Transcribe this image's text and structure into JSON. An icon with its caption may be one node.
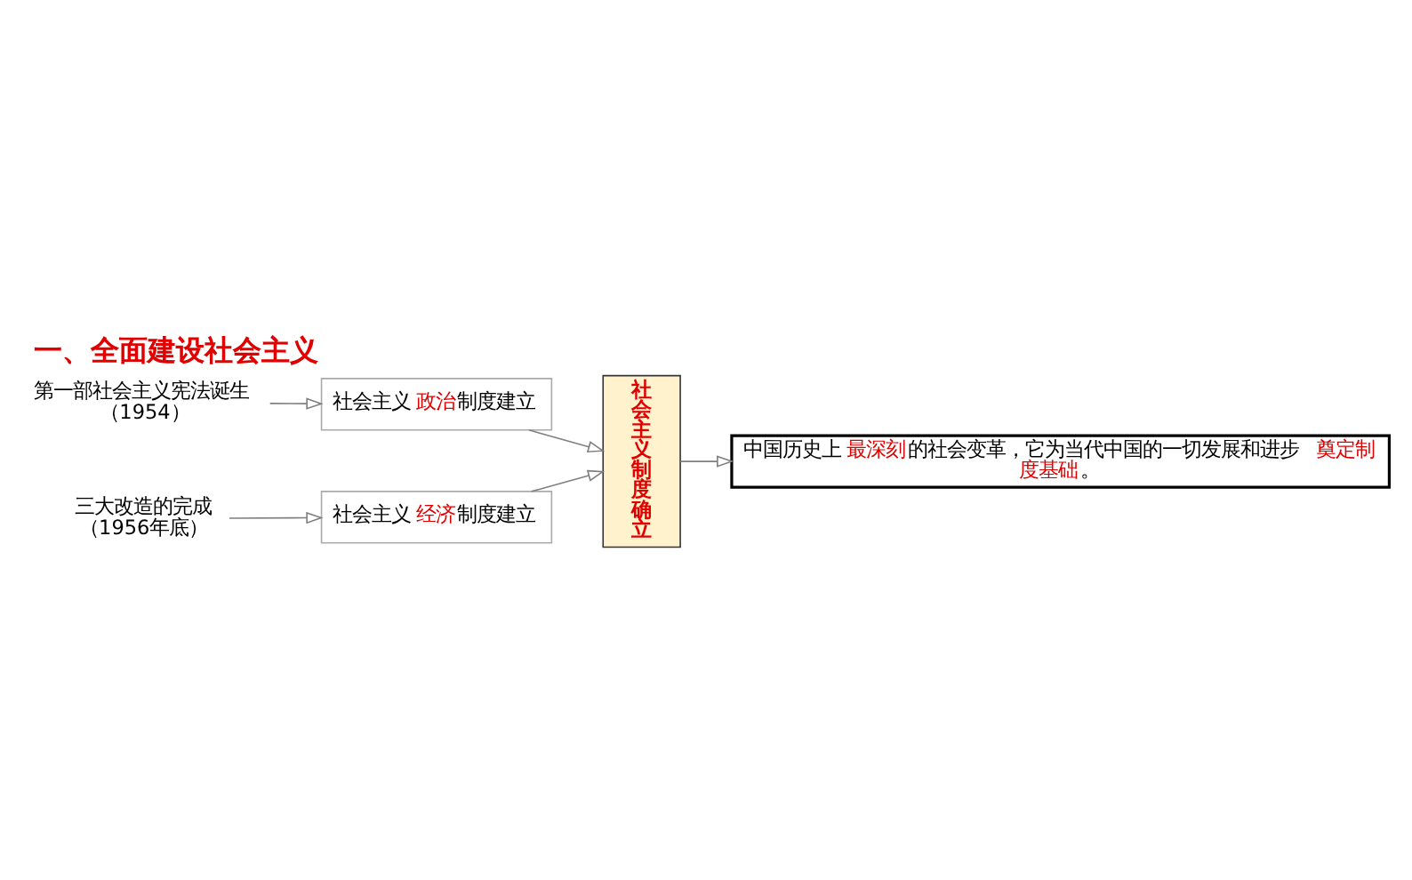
{
  "diagram": {
    "title": "一、全面建设社会主义",
    "nodes": [
      {
        "text": [
          "第一部社会主义宪法诞生"
        ],
        "beside": [
          "（1954）"
        ]
      },
      {
        "text": [
          "社会主义**政治**制度建立"
        ]
      },
      {
        "text": [
          "三大改造的完成"
        ],
        "beside": [
          "（1956年底）"
        ]
      },
      {
        "text": [
          "社会主义**经济**制度建立"
        ]
      },
      {
        "text": [
          "社会主义制度确立"
        ]
      },
      {
        "text": [
          "中国历史上**最深刻**的社会变革，它为当代中国的一切发展和进步**奠定制度基础**。"
        ]
      }
    ],
    "edges": [
      {
        "from": 0,
        "to": 1,
        "arrow": "to"
      },
      {
        "from": 2,
        "to": 3,
        "arrow": "to"
      },
      {
        "from": 1,
        "to": 4,
        "arrow": "to"
      },
      {
        "from": 3,
        "to": 4,
        "arrow": "to"
      },
      {
        "from": 4,
        "to": 5,
        "arrow": "to"
      }
    ]
  }
}
